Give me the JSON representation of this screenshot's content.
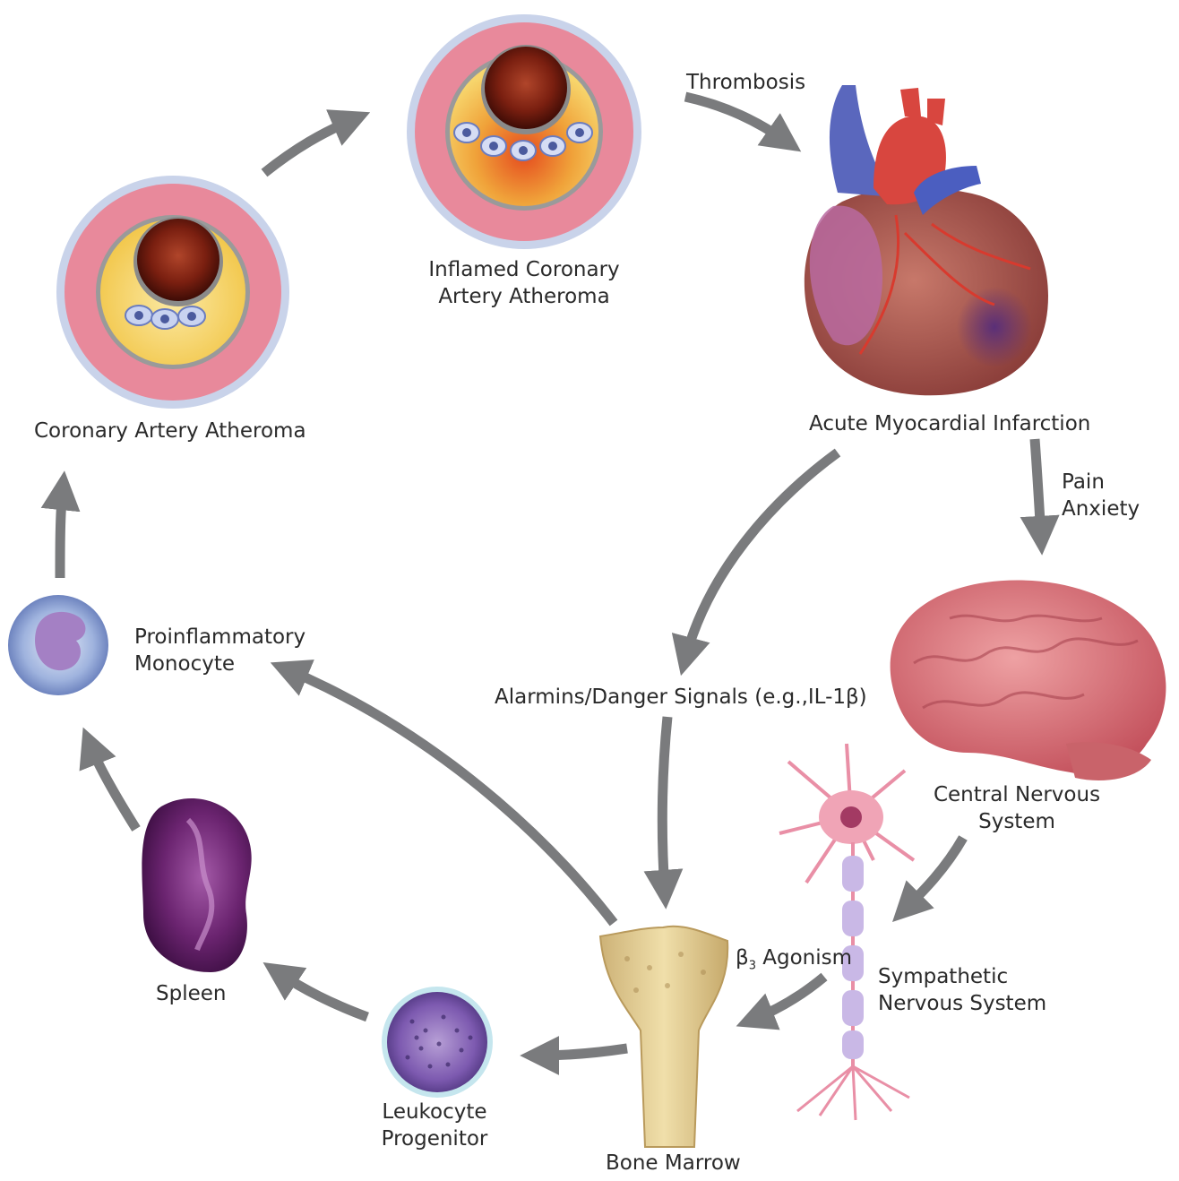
{
  "labels": {
    "coronary_atheroma": "Coronary Artery Atheroma",
    "inflamed_line1": "Inflamed Coronary",
    "inflamed_line2": "Artery Atheroma",
    "thrombosis": "Thrombosis",
    "ami": "Acute Myocardial Infarction",
    "pain": "Pain",
    "anxiety": "Anxiety",
    "alarmins": "Alarmins/Danger Signals (e.g.,IL-1β)",
    "cns_line1": "Central Nervous",
    "cns_line2": "System",
    "beta_symbol": "β",
    "beta_sub": "3",
    "beta_text": " Agonism",
    "sns_line1": "Sympathetic",
    "sns_line2": "Nervous System",
    "monocyte_line1": "Proinflammatory",
    "monocyte_line2": "Monocyte",
    "spleen": "Spleen",
    "leuko_line1": "Leukocyte",
    "leuko_line2": "Progenitor",
    "bone_marrow": "Bone Marrow"
  },
  "colors": {
    "arrow": "#7a7b7d",
    "artery_wall": "#e8899b",
    "plaque": "#f5cf5e",
    "lumen": "#7a1f10",
    "heart": "#b45a52",
    "brain": "#d9737a",
    "spleen": "#5c1d5e",
    "bone": "#e5cf95",
    "neuron": "#e98fa6",
    "monocyte": "#8aa3d6"
  }
}
